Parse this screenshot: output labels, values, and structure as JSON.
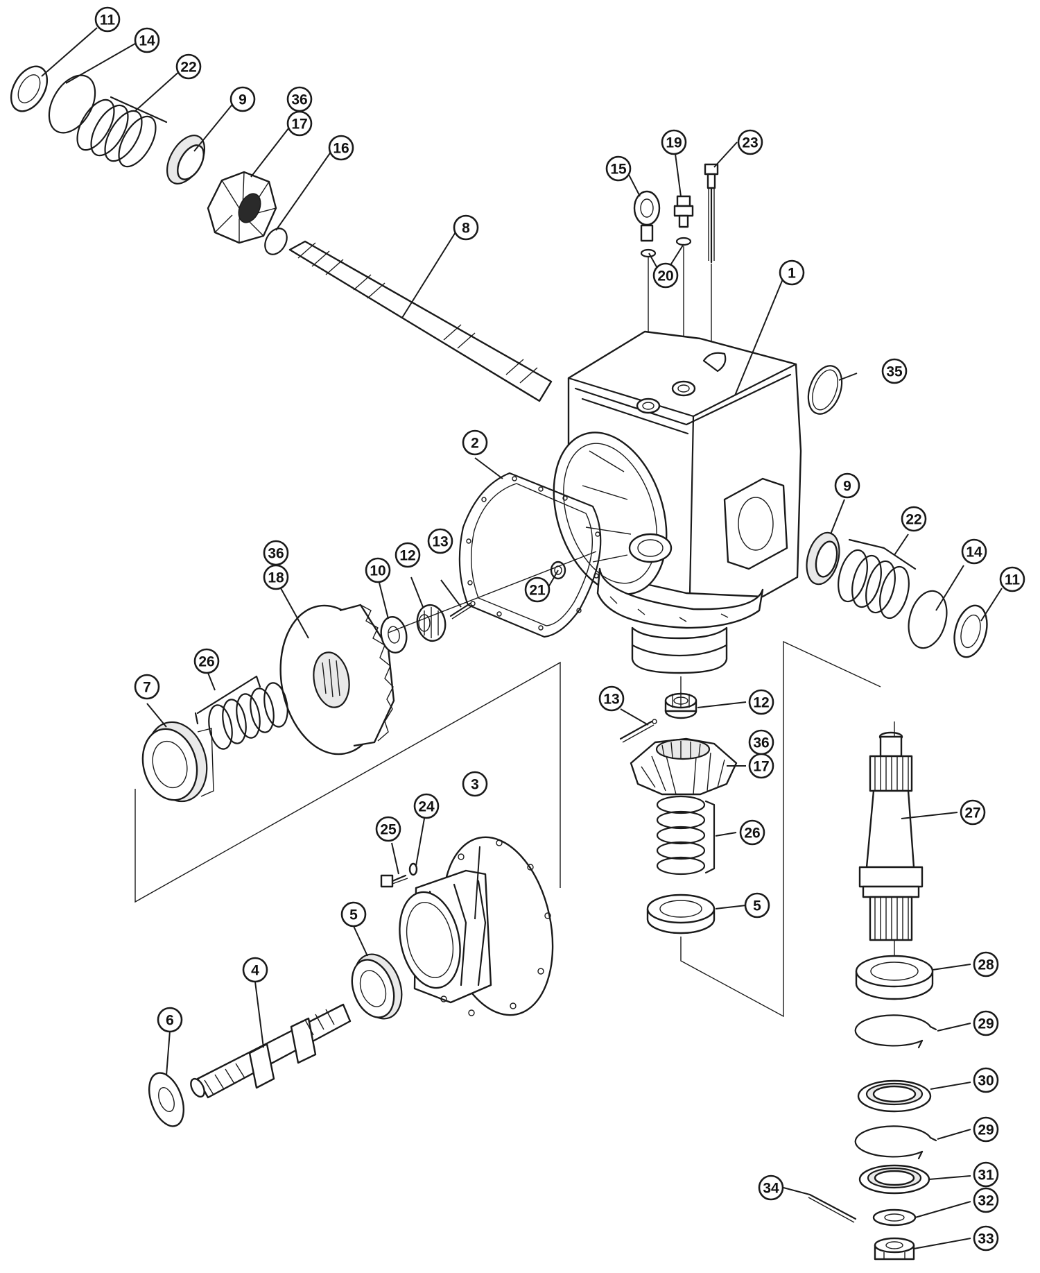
{
  "callouts": [
    {
      "id": "c11a",
      "label": "11"
    },
    {
      "id": "c14a",
      "label": "14"
    },
    {
      "id": "c22a",
      "label": "22"
    },
    {
      "id": "c9a",
      "label": "9"
    },
    {
      "id": "c36a",
      "label": "36"
    },
    {
      "id": "c17a",
      "label": "17"
    },
    {
      "id": "c16",
      "label": "16"
    },
    {
      "id": "c8",
      "label": "8"
    },
    {
      "id": "c15",
      "label": "15"
    },
    {
      "id": "c19",
      "label": "19"
    },
    {
      "id": "c23",
      "label": "23"
    },
    {
      "id": "c20",
      "label": "20"
    },
    {
      "id": "c1",
      "label": "1"
    },
    {
      "id": "c35",
      "label": "35"
    },
    {
      "id": "c2",
      "label": "2"
    },
    {
      "id": "c9b",
      "label": "9"
    },
    {
      "id": "c22b",
      "label": "22"
    },
    {
      "id": "c14b",
      "label": "14"
    },
    {
      "id": "c11b",
      "label": "11"
    },
    {
      "id": "c36b",
      "label": "36"
    },
    {
      "id": "c18",
      "label": "18"
    },
    {
      "id": "c10",
      "label": "10"
    },
    {
      "id": "c12a",
      "label": "12"
    },
    {
      "id": "c13a",
      "label": "13"
    },
    {
      "id": "c21",
      "label": "21"
    },
    {
      "id": "c26a",
      "label": "26"
    },
    {
      "id": "c7",
      "label": "7"
    },
    {
      "id": "c13b",
      "label": "13"
    },
    {
      "id": "c12b",
      "label": "12"
    },
    {
      "id": "c36c",
      "label": "36"
    },
    {
      "id": "c17b",
      "label": "17"
    },
    {
      "id": "c26b",
      "label": "26"
    },
    {
      "id": "c27",
      "label": "27"
    },
    {
      "id": "c3",
      "label": "3"
    },
    {
      "id": "c24",
      "label": "24"
    },
    {
      "id": "c25",
      "label": "25"
    },
    {
      "id": "c5a",
      "label": "5"
    },
    {
      "id": "c5b",
      "label": "5"
    },
    {
      "id": "c28",
      "label": "28"
    },
    {
      "id": "c4",
      "label": "4"
    },
    {
      "id": "c6",
      "label": "6"
    },
    {
      "id": "c29a",
      "label": "29"
    },
    {
      "id": "c30",
      "label": "30"
    },
    {
      "id": "c29b",
      "label": "29"
    },
    {
      "id": "c31",
      "label": "31"
    },
    {
      "id": "c34",
      "label": "34"
    },
    {
      "id": "c32",
      "label": "32"
    },
    {
      "id": "c33",
      "label": "33"
    }
  ]
}
